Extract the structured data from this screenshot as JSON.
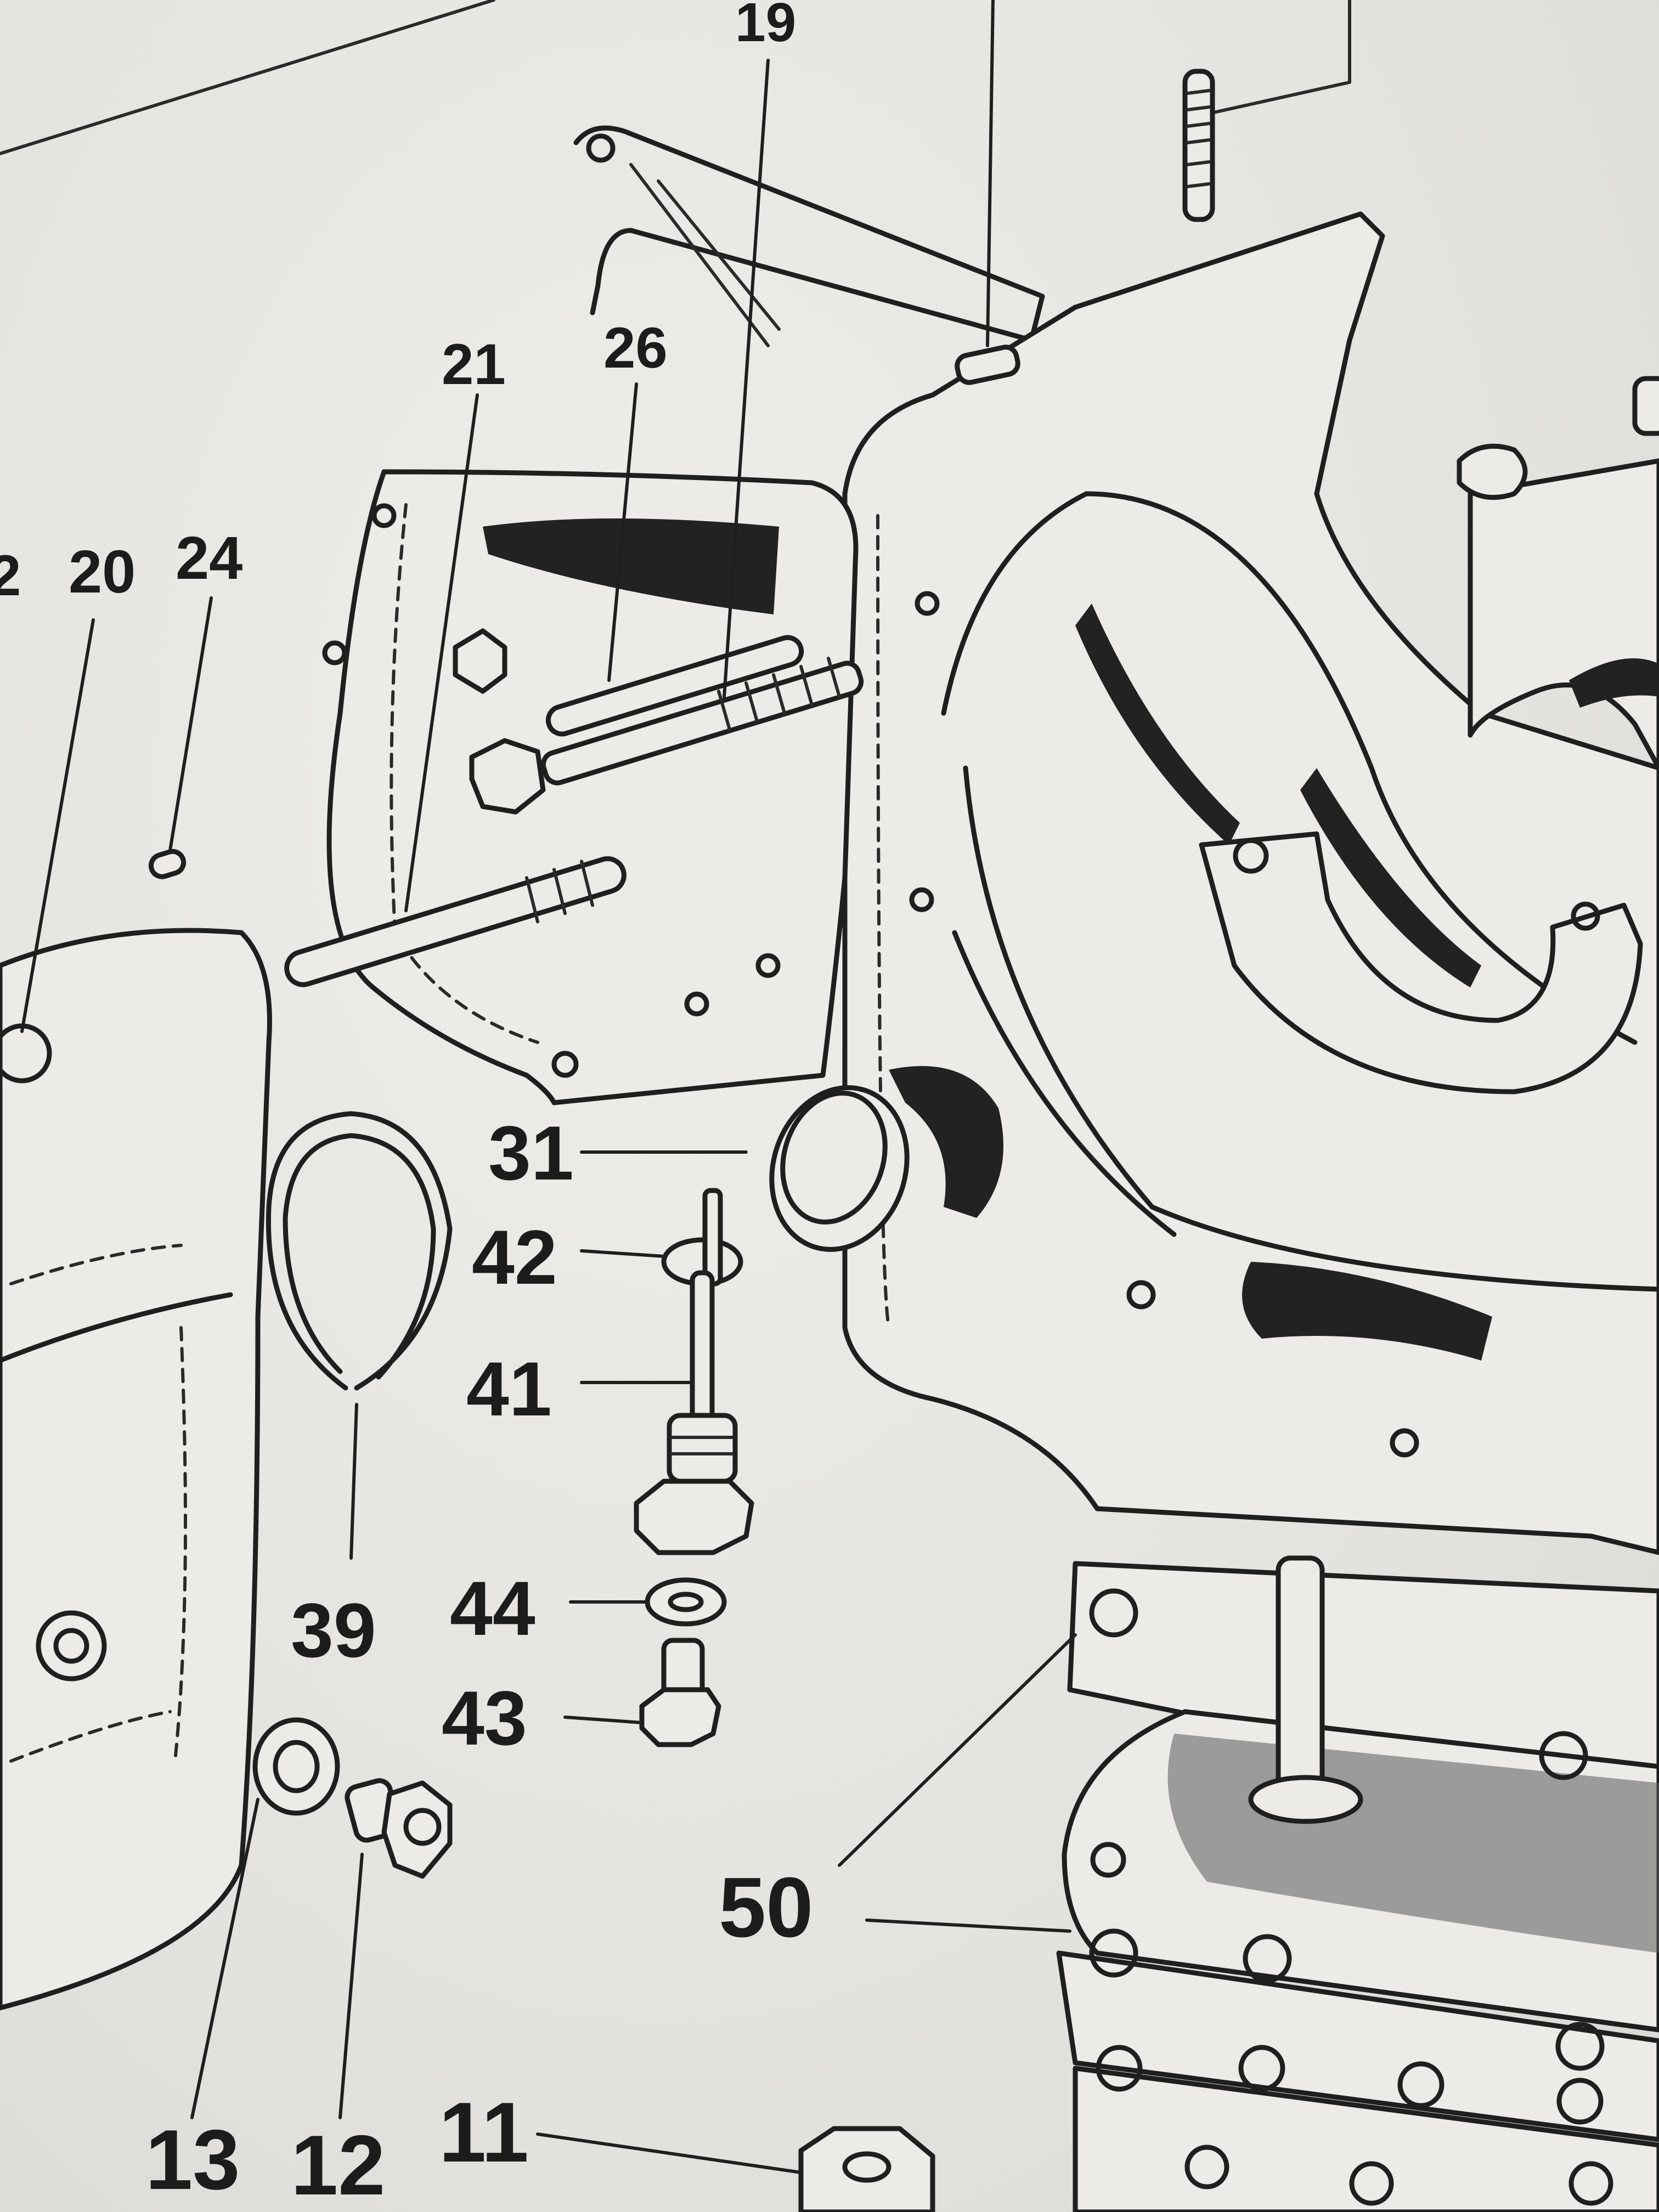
{
  "diagram": {
    "callouts": [
      {
        "id": "c19",
        "label": "19"
      },
      {
        "id": "c21",
        "label": "21"
      },
      {
        "id": "c26",
        "label": "26"
      },
      {
        "id": "c2",
        "label": "2"
      },
      {
        "id": "c20",
        "label": "20"
      },
      {
        "id": "c24",
        "label": "24"
      },
      {
        "id": "c31",
        "label": "31"
      },
      {
        "id": "c42",
        "label": "42"
      },
      {
        "id": "c41",
        "label": "41"
      },
      {
        "id": "c39",
        "label": "39"
      },
      {
        "id": "c44",
        "label": "44"
      },
      {
        "id": "c43",
        "label": "43"
      },
      {
        "id": "c50",
        "label": "50"
      },
      {
        "id": "c13",
        "label": "13"
      },
      {
        "id": "c12",
        "label": "12"
      },
      {
        "id": "c11",
        "label": "11"
      }
    ]
  },
  "colors": {
    "paper": "#e6e5e1",
    "ink": "#1f1f1f"
  }
}
